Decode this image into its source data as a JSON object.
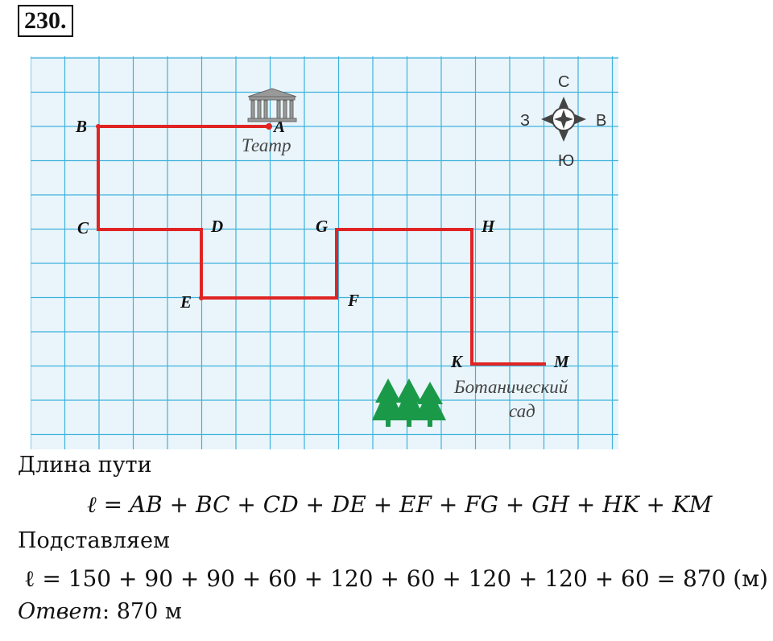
{
  "problem_number": "230.",
  "map": {
    "points": {
      "A": "A",
      "B": "B",
      "C": "C",
      "D": "D",
      "E": "E",
      "F": "F",
      "G": "G",
      "H": "H",
      "K": "K",
      "M": "M"
    },
    "theatre_label": "Театр",
    "garden_label_line1": "Ботанический",
    "garden_label_line2": "сад",
    "compass": {
      "north": "С",
      "south": "Ю",
      "west": "З",
      "east": "В"
    },
    "colors": {
      "grid": "#3fb2dc",
      "path": "#e02424",
      "background": "#e9f5fb",
      "tree": "#1a9a49"
    }
  },
  "text": {
    "path_length_heading": "Длина пути",
    "formula_general": "ℓ = AB + BC + CD + DE + EF + FG + GH + HK + KM",
    "substitute_heading": "Подставляем",
    "formula_numeric": "ℓ = 150 + 90 + 90 + 60 + 120 + 60 + 120 + 120 + 60 = 870 (м)",
    "answer_label": "Ответ",
    "answer_value": ": 870 м"
  }
}
